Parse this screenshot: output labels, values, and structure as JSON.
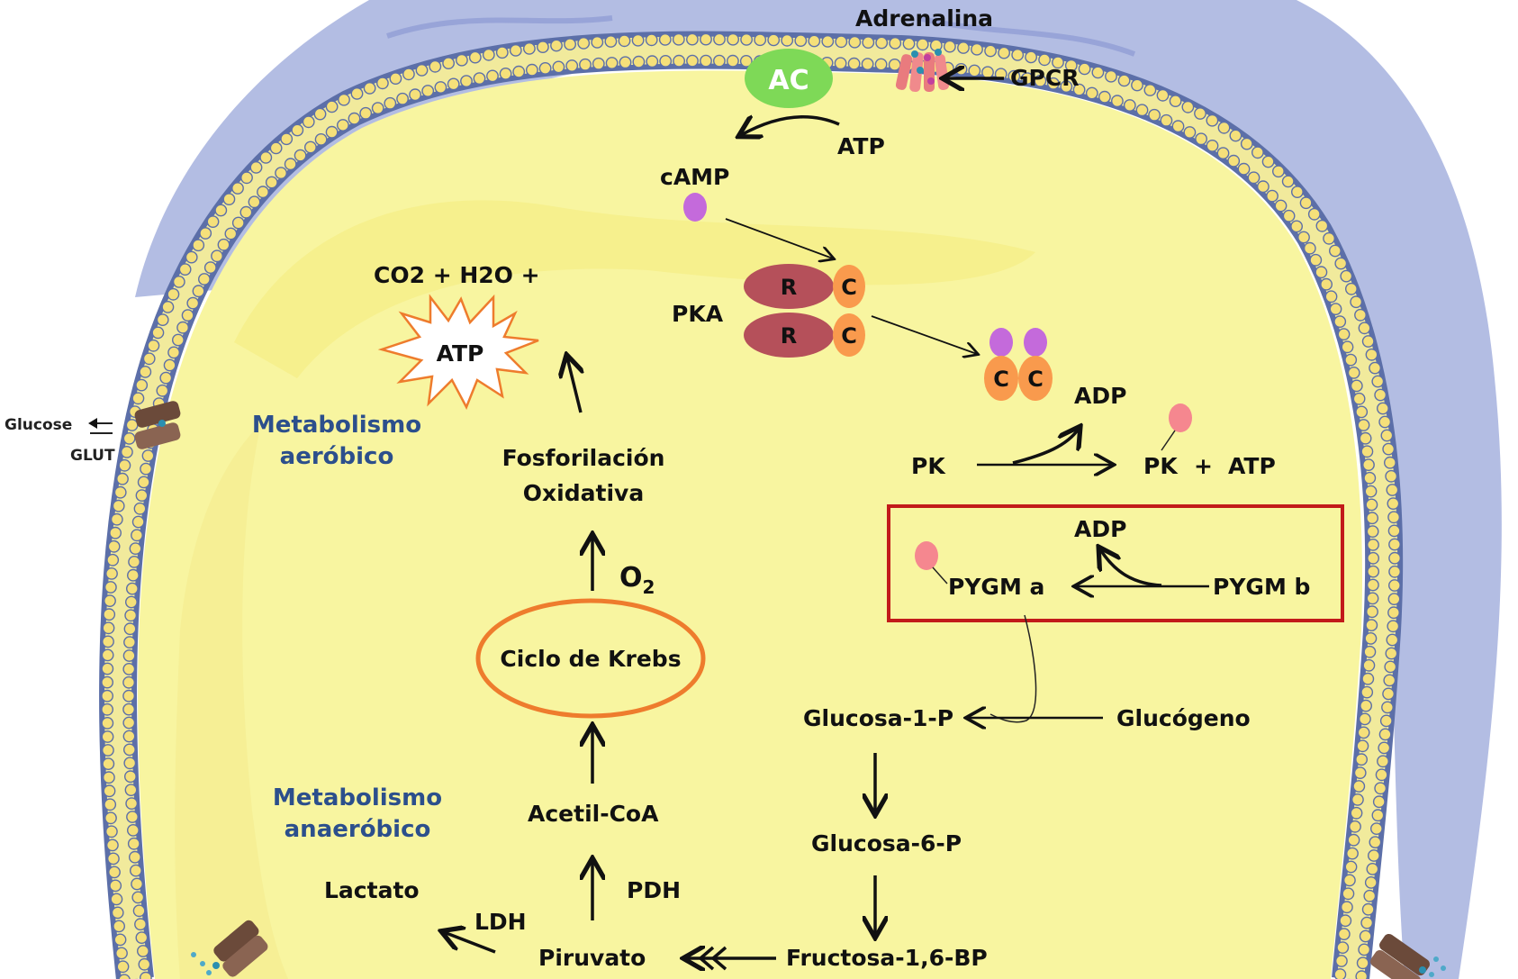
{
  "diagram": {
    "hormone": "Adrenalina",
    "receptor": "GPCR",
    "enzymes": {
      "ac": "AC",
      "pka": "PKA",
      "pka_regulatory": "R",
      "pka_catalytic": "C",
      "pk": "PK",
      "pdh": "PDH",
      "ldh": "LDH"
    },
    "molecules": {
      "atp": "ATP",
      "camp": "cAMP",
      "adp": "ADP",
      "plus": "+"
    },
    "glycogen_pathway": {
      "pk_product": "PK",
      "pygm_a": "PYGM a",
      "pygm_b": "PYGM b",
      "glycogen": "Glucógeno",
      "glucose_1p": "Glucosa-1-P",
      "glucose_6p": "Glucosa-6-P",
      "fructose_bp": "Fructosa-1,6-BP",
      "pyruvate": "Piruvato",
      "lactate": "Lactato"
    },
    "aerobic": {
      "label_line1": "Metabolismo",
      "label_line2": "aeróbico",
      "acetyl_coa": "Acetil-CoA",
      "krebs": "Ciclo de Krebs",
      "oxygen_base": "O",
      "oxygen_sub": "2",
      "oxphos_line1": "Fosforilación",
      "oxphos_line2": "Oxidativa",
      "products": "CO2 + H2O +",
      "atp_burst": "ATP"
    },
    "anaerobic": {
      "label_line1": "Metabolismo",
      "label_line2": "anaeróbico"
    },
    "transporter": {
      "glucose": "Glucose",
      "glut": "GLUT"
    },
    "colors": {
      "membrane_head": "#f5e07a",
      "membrane_outline": "#5c6fa8",
      "cytoplasm": "#f8f5a0",
      "extracellular": "#b3bde3",
      "ac": "#7ed957",
      "pka_r": "#b5505a",
      "pka_c": "#f99a4d",
      "camp": "#c46adb",
      "phosphate": "#f5878f",
      "krebs": "#ee7c2d",
      "highlight_box": "#c21a1a",
      "blue_label": "#2c4f8c"
    }
  }
}
